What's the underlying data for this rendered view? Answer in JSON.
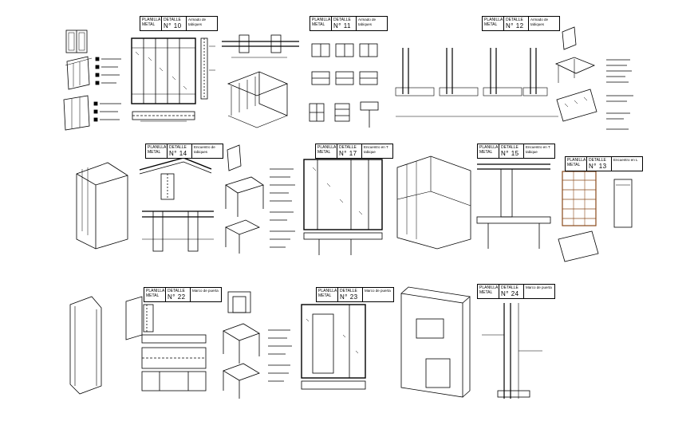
{
  "stamps": [
    {
      "label_a": "PLANILLA",
      "label_b": "METAL",
      "label_c": "DETALLE",
      "number": "N° 10",
      "note": "Armado de tabiques"
    },
    {
      "label_a": "PLANILLA",
      "label_b": "METAL",
      "label_c": "DETALLE",
      "number": "N° 11",
      "note": "Armado de tabiques"
    },
    {
      "label_a": "PLANILLA",
      "label_b": "METAL",
      "label_c": "DETALLE",
      "number": "N° 12",
      "note": "Armado de tabiques"
    },
    {
      "label_a": "PLANILLA",
      "label_b": "METAL",
      "label_c": "DETALLE",
      "number": "N° 14",
      "note": "Encuentro de tabiques"
    },
    {
      "label_a": "PLANILLA",
      "label_b": "METAL",
      "label_c": "DETALLE",
      "number": "N° 17",
      "note": "Encuentro en T tabique"
    },
    {
      "label_a": "PLANILLA",
      "label_b": "METAL",
      "label_c": "DETALLE",
      "number": "N° 15",
      "note": "Encuentro en T tabique"
    },
    {
      "label_a": "PLANILLA",
      "label_b": "METAL",
      "label_c": "DETALLE",
      "number": "N° 13",
      "note": "Encuentro en L"
    },
    {
      "label_a": "PLANILLA",
      "label_b": "METAL",
      "label_c": "DETALLE",
      "number": "N° 22",
      "note": "Marco de puerta"
    },
    {
      "label_a": "PLANILLA",
      "label_b": "METAL",
      "label_c": "DETALLE",
      "number": "N° 23",
      "note": "Marco de puerta"
    },
    {
      "label_a": "PLANILLA",
      "label_b": "METAL",
      "label_c": "DETALLE",
      "number": "N° 24",
      "note": "Marco de puerta"
    }
  ]
}
